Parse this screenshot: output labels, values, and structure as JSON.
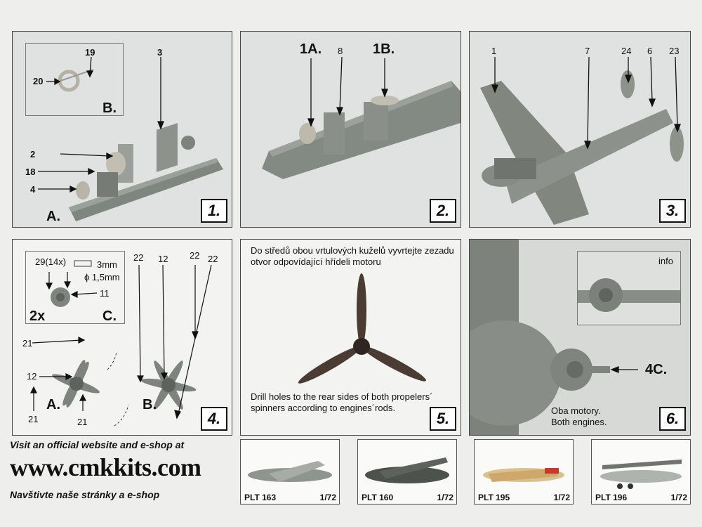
{
  "panel1": {
    "step": "1.",
    "callouts": {
      "p3": "3",
      "p2": "2",
      "p18": "18",
      "p4": "4",
      "p19": "19",
      "p20": "20"
    },
    "inset_label": "B.",
    "main_label": "A."
  },
  "panel2": {
    "step": "2.",
    "callouts": {
      "a": "1A.",
      "b": "8",
      "c": "1B."
    }
  },
  "panel3": {
    "step": "3.",
    "callouts": {
      "p1": "1",
      "p7": "7",
      "p24": "24",
      "p6": "6",
      "p23": "23"
    }
  },
  "panel4": {
    "step": "4.",
    "inset": {
      "parts": "29(14x)",
      "len": "3mm",
      "dia": "ϕ 1,5mm",
      "part11": "11",
      "qty": "2x",
      "label": "C."
    },
    "callouts": {
      "p21a": "21",
      "p12a": "12",
      "p21b": "21",
      "p21c": "21",
      "p22a": "22",
      "p12b": "12",
      "p22b": "22",
      "p22c": "22"
    },
    "labelA": "A.",
    "labelB": "B."
  },
  "panel5": {
    "step": "5.",
    "text_cz": "Do středů obou vrtulových kuželů vyvrtejte zezadu otvor odpovídající hřídeli motoru",
    "text_en": "Drill holes to the rear sides of both propelers´ spinners according to engines´rods."
  },
  "panel6": {
    "step": "6.",
    "info": "info",
    "callout": "4C.",
    "text_cz": "Oba motory.",
    "text_en": "Both engines."
  },
  "footer": {
    "visit": "Visit an official website and e-shop at",
    "url": "www.cmkkits.com",
    "visit_cz": "Navštivte naše stránky a e-shop"
  },
  "kits": [
    {
      "code": "PLT 163",
      "scale": "1/72"
    },
    {
      "code": "PLT 160",
      "scale": "1/72"
    },
    {
      "code": "PLT 195",
      "scale": "1/72"
    },
    {
      "code": "PLT 196",
      "scale": "1/72"
    }
  ]
}
